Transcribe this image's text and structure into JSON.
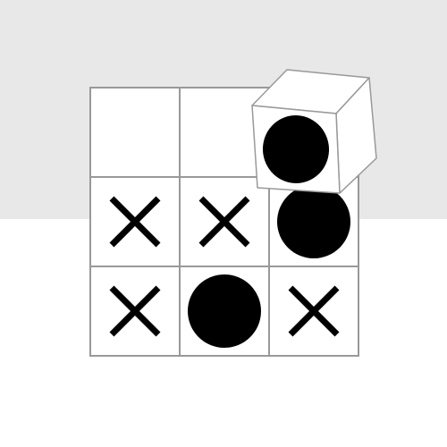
{
  "game": {
    "grid_size": 3,
    "board": [
      [
        "",
        "",
        "O"
      ],
      [
        "X",
        "X",
        "O"
      ],
      [
        "X",
        "O",
        "X"
      ]
    ],
    "moving_piece": {
      "mark": "O",
      "row": 0,
      "col": 2
    }
  },
  "colors": {
    "top_background": "#e8e8e8",
    "bottom_background": "#ffffff",
    "cell_fill": "#ffffff",
    "grid_line": "#999999",
    "mark": "#000000",
    "cube_face": "#ffffff",
    "cube_edge": "#999999"
  }
}
